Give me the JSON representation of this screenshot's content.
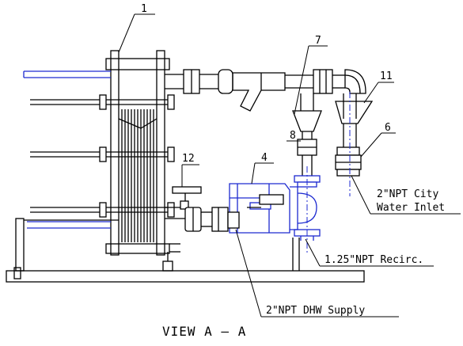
{
  "drawing": {
    "view_title": "VIEW  A  —  A",
    "callouts": [
      {
        "id": "callout-1",
        "number": "1"
      },
      {
        "id": "callout-4",
        "number": "4"
      },
      {
        "id": "callout-6",
        "number": "6"
      },
      {
        "id": "callout-7",
        "number": "7"
      },
      {
        "id": "callout-8",
        "number": "8"
      },
      {
        "id": "callout-11",
        "number": "11"
      },
      {
        "id": "callout-12",
        "number": "12"
      }
    ],
    "labels": {
      "city_water_line1": "2\"NPT City",
      "city_water_line2": "Water Inlet",
      "recirc": "1.25\"NPT Recirc.",
      "dhw_supply": "2\"NPT DHW Supply"
    },
    "colors": {
      "linework": "#000000",
      "blue_linework": "#1d2ad0",
      "background": "#ffffff"
    }
  }
}
